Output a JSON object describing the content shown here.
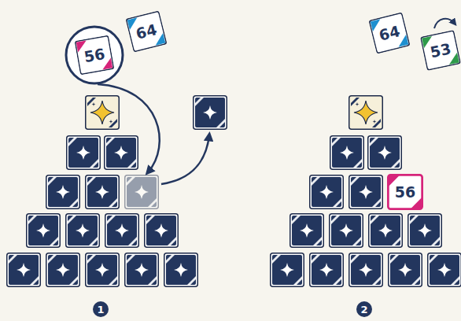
{
  "diagram": {
    "nodes": [
      {
        "text": [
          "64"
        ]
      },
      {
        "text": [
          "56"
        ]
      },
      {
        "text": [
          "1"
        ]
      },
      {
        "text": [
          "64"
        ]
      },
      {
        "text": [
          "53"
        ]
      },
      {
        "text": [
          "56"
        ]
      },
      {
        "text": [
          "2"
        ]
      }
    ]
  }
}
